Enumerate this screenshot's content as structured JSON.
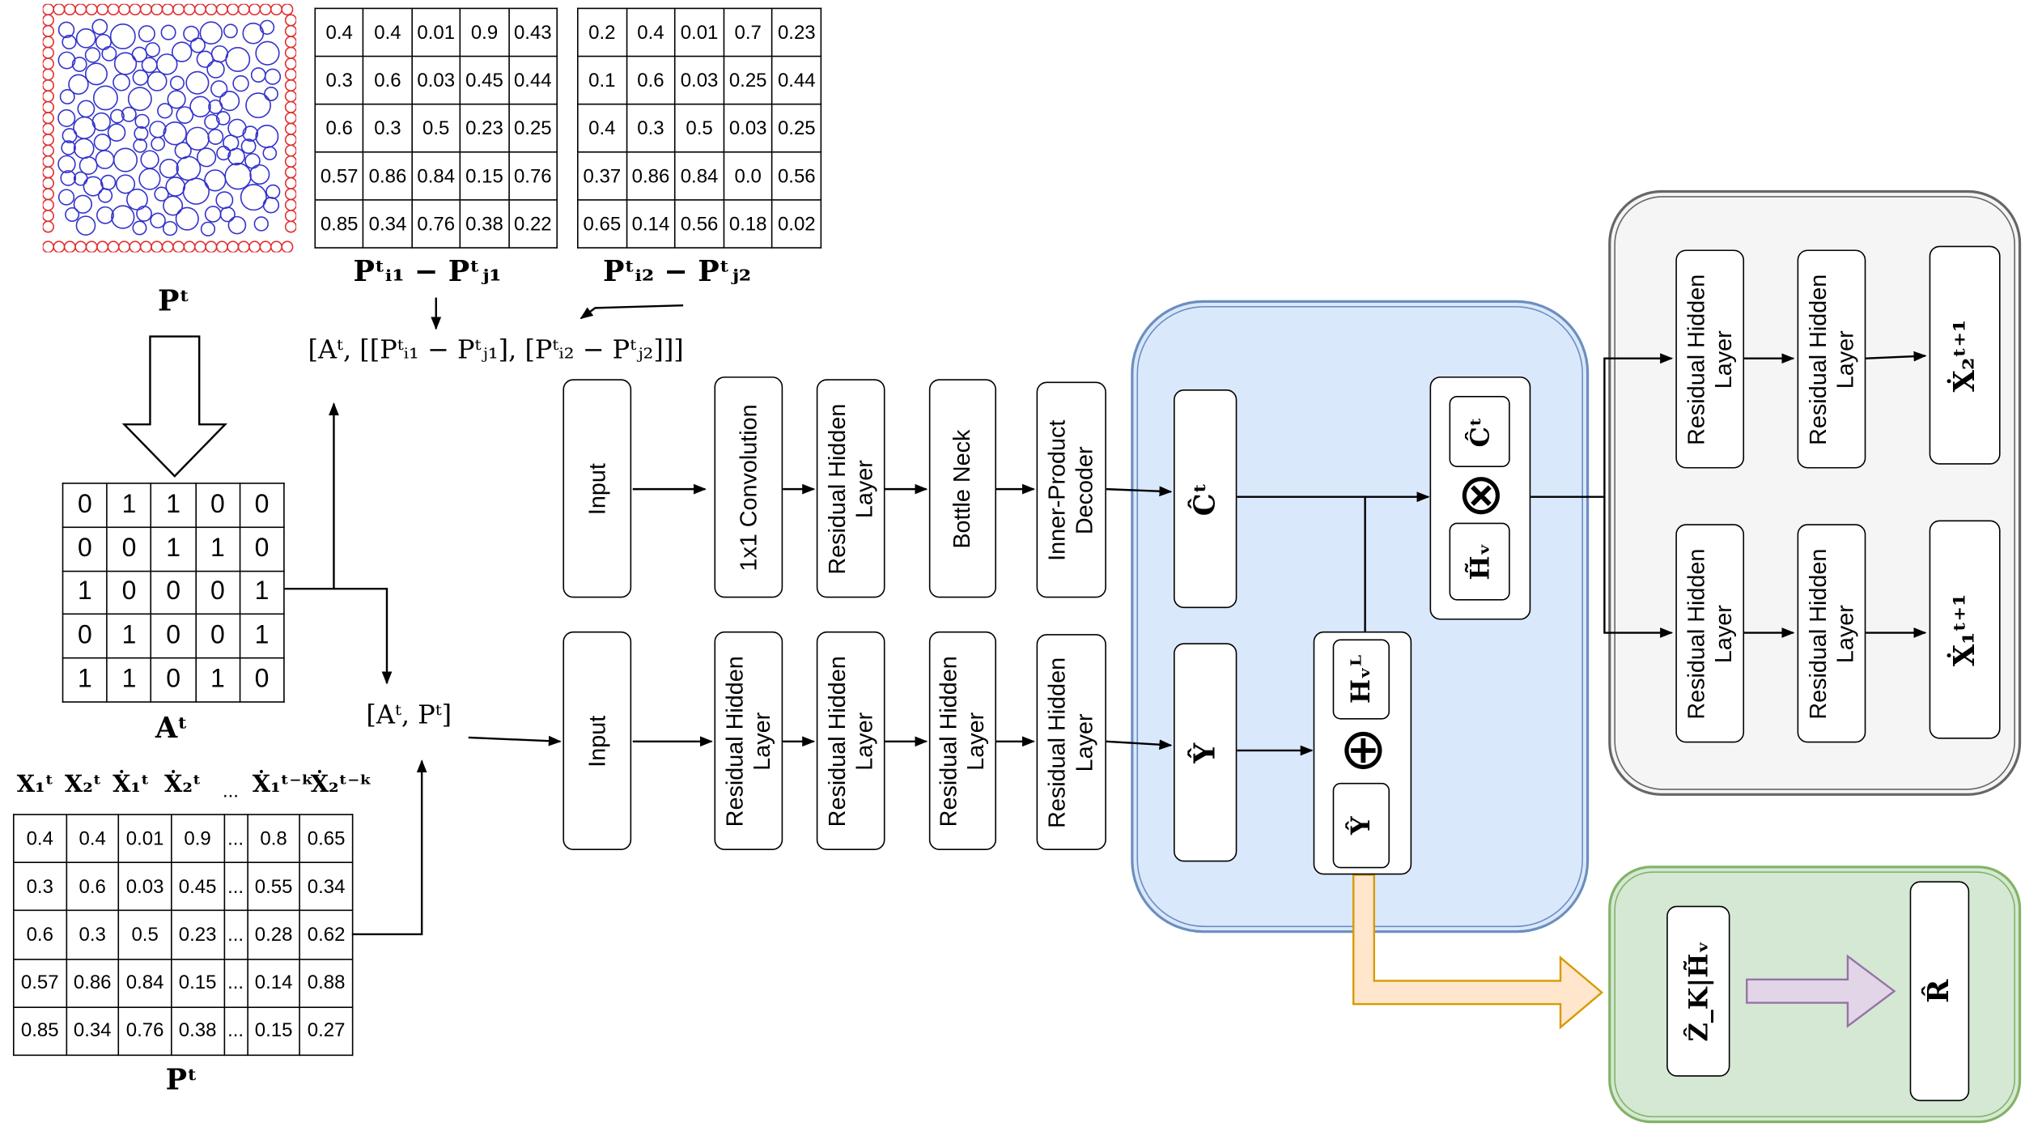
{
  "particle_image": {
    "label": "Pᵗ"
  },
  "pair_matrix_1": {
    "rows": [
      [
        "0.4",
        "0.4",
        "0.01",
        "0.9",
        "0.43"
      ],
      [
        "0.3",
        "0.6",
        "0.03",
        "0.45",
        "0.44"
      ],
      [
        "0.6",
        "0.3",
        "0.5",
        "0.23",
        "0.25"
      ],
      [
        "0.57",
        "0.86",
        "0.84",
        "0.15",
        "0.76"
      ],
      [
        "0.85",
        "0.34",
        "0.76",
        "0.38",
        "0.22"
      ]
    ],
    "label": "Pᵗᵢ₁ − Pᵗⱼ₁"
  },
  "pair_matrix_2": {
    "rows": [
      [
        "0.2",
        "0.4",
        "0.01",
        "0.7",
        "0.23"
      ],
      [
        "0.1",
        "0.6",
        "0.03",
        "0.25",
        "0.44"
      ],
      [
        "0.4",
        "0.3",
        "0.5",
        "0.03",
        "0.25"
      ],
      [
        "0.37",
        "0.86",
        "0.84",
        "0.0",
        "0.56"
      ],
      [
        "0.65",
        "0.14",
        "0.56",
        "0.18",
        "0.02"
      ]
    ],
    "label": "Pᵗᵢ₂ − Pᵗⱼ₂"
  },
  "concat_top_label": "[Aᵗ, [[Pᵗᵢ₁ − Pᵗⱼ₁], [Pᵗᵢ₂ − Pᵗⱼ₂]]]",
  "adjacency": {
    "rows": [
      [
        "0",
        "1",
        "1",
        "0",
        "0"
      ],
      [
        "0",
        "0",
        "1",
        "1",
        "0"
      ],
      [
        "1",
        "0",
        "0",
        "0",
        "1"
      ],
      [
        "0",
        "1",
        "0",
        "0",
        "1"
      ],
      [
        "1",
        "1",
        "0",
        "1",
        "0"
      ]
    ],
    "label": "Aᵗ"
  },
  "concat_bottom_label": "[Aᵗ, Pᵗ]",
  "feature_table": {
    "headers": [
      "X₁ᵗ",
      "X₂ᵗ",
      "Ẋ₁ᵗ",
      "Ẋ₂ᵗ",
      "...",
      "Ẋ₁ᵗ⁻ᵏ",
      "Ẋ₂ᵗ⁻ᵏ"
    ],
    "rows": [
      [
        "0.4",
        "0.4",
        "0.01",
        "0.9",
        "...",
        "0.8",
        "0.65"
      ],
      [
        "0.3",
        "0.6",
        "0.03",
        "0.45",
        "...",
        "0.55",
        "0.34"
      ],
      [
        "0.6",
        "0.3",
        "0.5",
        "0.23",
        "...",
        "0.28",
        "0.62"
      ],
      [
        "0.57",
        "0.86",
        "0.84",
        "0.15",
        "...",
        "0.14",
        "0.88"
      ],
      [
        "0.85",
        "0.34",
        "0.76",
        "0.38",
        "...",
        "0.15",
        "0.27"
      ]
    ],
    "label": "Pᵗ"
  },
  "top_branch": [
    "Input",
    "1x1 Convolution",
    "Residual Hidden\nLayer",
    "Bottle Neck",
    "Inner-Product\nDecoder"
  ],
  "bottom_branch": [
    "Input",
    "Residual Hidden\nLayer",
    "Residual Hidden\nLayer",
    "Residual Hidden\nLayer",
    "Residual Hidden\nLayer"
  ],
  "blue_panel": {
    "c_hat": "Ĉᵗ",
    "y_hat": "Ŷ",
    "h_v_l": "Hᵥᴸ",
    "oplus": "⊕",
    "y_hat_inner": "Ŷ",
    "c_hat_inner": "Ĉᵗ",
    "otimes": "⊗",
    "h_tilde_v": "H̃ᵥ"
  },
  "gray_panel": {
    "row1": [
      "Residual Hidden\nLayer",
      "Residual Hidden\nLayer"
    ],
    "row1_out": "Ẋ₂ᵗ⁺¹",
    "row2": [
      "Residual Hidden\nLayer",
      "Residual Hidden\nLayer"
    ],
    "row2_out": "Ẋ₁ᵗ⁺¹"
  },
  "green_panel": {
    "z_k": "Ẑ_K|H̃ᵥ",
    "r_hat": "R̂"
  },
  "colors": {
    "blue_panel_fill": "#dae8fc",
    "blue_panel_stroke": "#6c8ebf",
    "gray_panel_fill": "#f5f5f5",
    "gray_panel_stroke": "#666666",
    "green_panel_fill": "#d5e8d4",
    "green_panel_stroke": "#82b366",
    "orange_arrow_fill": "#ffe6cc",
    "orange_arrow_stroke": "#d79b00",
    "purple_arrow_fill": "#e1d5e7",
    "purple_arrow_stroke": "#9673a6",
    "particle_blue": "#3333cc",
    "particle_red": "#e03030"
  }
}
